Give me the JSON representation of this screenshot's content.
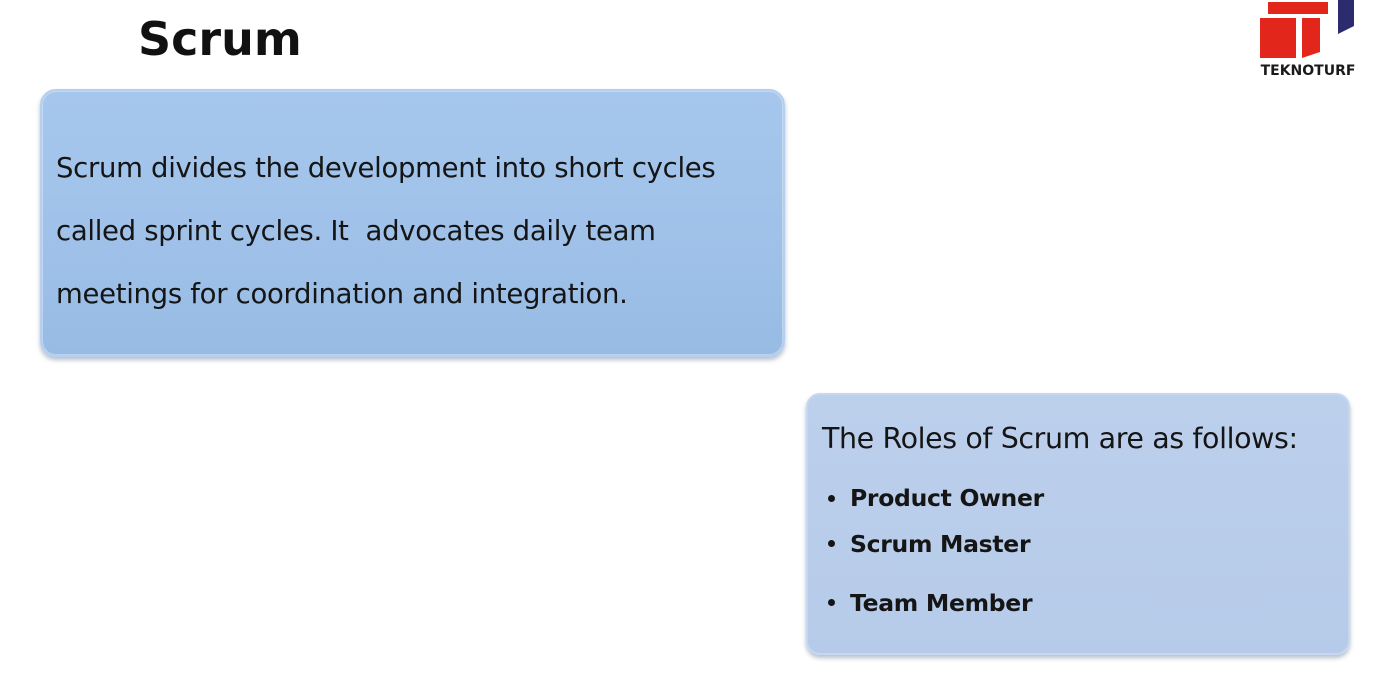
{
  "slide": {
    "title": "Scrum"
  },
  "logo": {
    "text": "TEKNOTURF",
    "colors": {
      "red": "#e3261c",
      "navy": "#2c2b6e"
    }
  },
  "definition": {
    "text": "Scrum divides the development into short cycles called sprint cycles. It  advocates daily team meetings for coordination and integration.",
    "lines": [
      "Scrum divides the development into short cycles",
      "called sprint cycles. It  advocates daily team",
      "meetings for coordination and integration."
    ]
  },
  "roles": {
    "heading": "The Roles of Scrum are as follows:",
    "items": [
      "Product Owner",
      "Scrum Master",
      "Team Member"
    ]
  },
  "colors": {
    "definition_box": "#a2c3ea",
    "roles_box": "#b9cdea",
    "background": "#ffffff"
  }
}
